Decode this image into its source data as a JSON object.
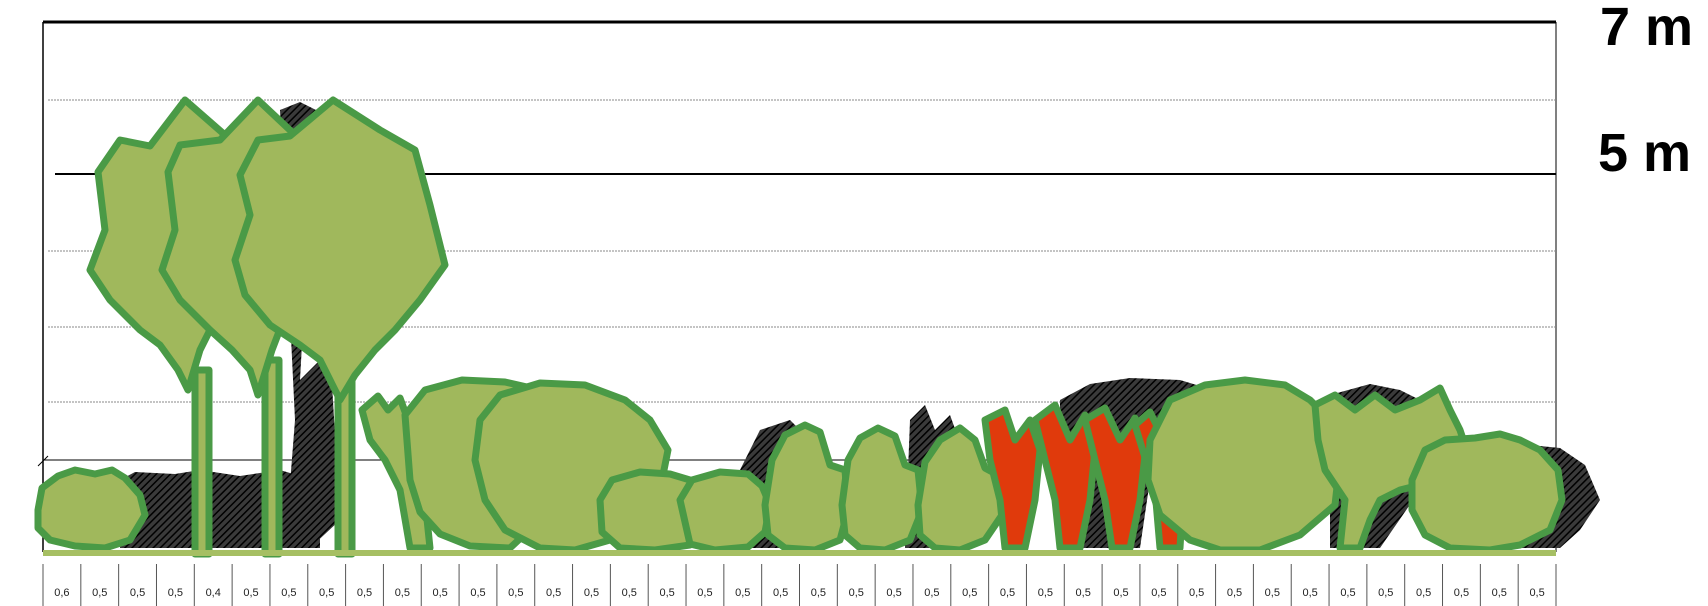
{
  "height_labels": {
    "top": "7 m",
    "middle": "5 m"
  },
  "colors": {
    "tree_fill": "#a0b85c",
    "tree_outline": "#4a9a46",
    "shadow": "#141414",
    "accent_shrub": "#e03a0c",
    "ground": "#a6bf63"
  },
  "spacings": [
    "0,6",
    "0,5",
    "0,5",
    "0,5",
    "0,4",
    "0,5",
    "0,5",
    "0,5",
    "0,5",
    "0,5",
    "0,5",
    "0,5",
    "0,5",
    "0,5",
    "0,5",
    "0,5",
    "0,5",
    "0,5",
    "0,5",
    "0,5",
    "0,5",
    "0,5",
    "0,5",
    "0,5",
    "0,5",
    "0,5",
    "0,5",
    "0,5",
    "0,5",
    "0,5",
    "0,5",
    "0,5",
    "0,5",
    "0,5",
    "0,5",
    "0,5",
    "0,5",
    "0,5",
    "0,5",
    "0,5"
  ]
}
